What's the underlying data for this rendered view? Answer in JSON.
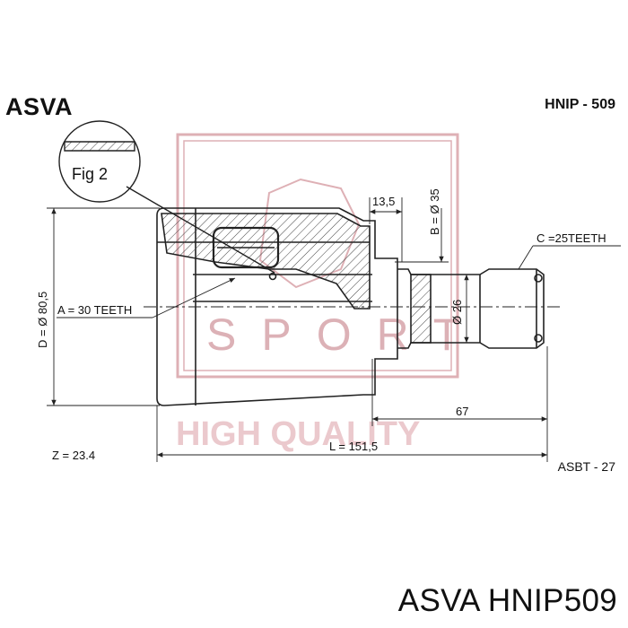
{
  "brand": "ASVA",
  "part_number": "HNIP - 509",
  "catalog_code": "ASBT - 27",
  "caption": "ASVA HNIP509",
  "watermark": {
    "word": "SPORT",
    "tagline": "HIGH QUALITY",
    "color": "#d9a3a9"
  },
  "drawing": {
    "detail_label": "Fig 2",
    "dim_shaft_length": "13,5",
    "dim_b": "B = Ø 35",
    "dim_c": "C =25TEETH",
    "dim_a": "A = 30 TEETH",
    "dim_d": "D = Ø 80,5",
    "dim_inner": "Ø 26",
    "dim_67": "67",
    "dim_l": "L = 151,5",
    "dim_z": "Z = 23.4",
    "line_color": "#222222"
  }
}
